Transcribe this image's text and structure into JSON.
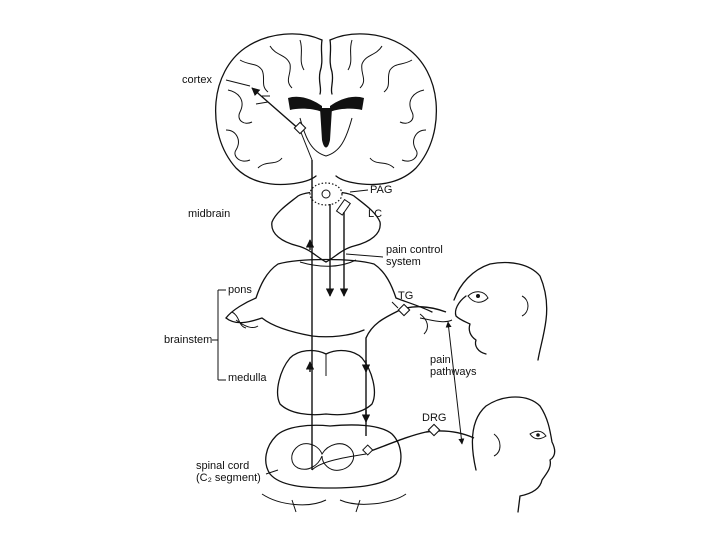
{
  "diagram": {
    "labels": {
      "cortex": "cortex",
      "midbrain": "midbrain",
      "pag": "PAG",
      "lc": "LC",
      "pain_control_line1": "pain control",
      "pain_control_line2": "system",
      "pons": "pons",
      "tg": "TG",
      "brainstem": "brainstem",
      "medulla": "medulla",
      "pain_pathways_line1": "pain",
      "pain_pathways_line2": "pathways",
      "drg": "DRG",
      "spinal_cord_line1": "spinal cord",
      "spinal_cord_line2": "(C₂ segment)"
    }
  }
}
